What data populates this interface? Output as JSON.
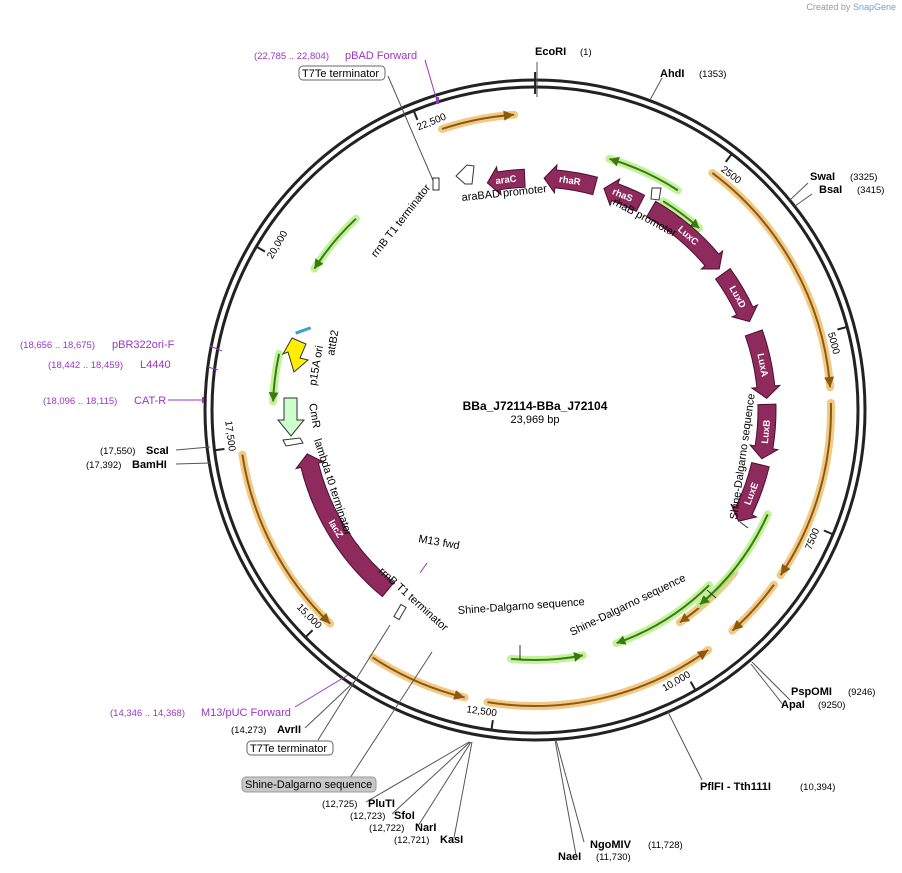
{
  "watermark": {
    "prefix": "Created by",
    "brand": "SnapGene"
  },
  "plasmid": {
    "name": "BBa_J72114-BBa_J72104",
    "length_label": "23,969 bp",
    "length": 23969
  },
  "ticks": [
    "2500",
    "5000",
    "7500",
    "10,000",
    "12,500",
    "15,000",
    "17,500",
    "20,000",
    "22,500"
  ],
  "restriction_sites": [
    {
      "name": "EcoRI",
      "pos": "(1)"
    },
    {
      "name": "AhdI",
      "pos": "(1353)"
    },
    {
      "name": "SwaI",
      "pos": "(3325)"
    },
    {
      "name": "BsaI",
      "pos": "(3415)"
    },
    {
      "name": "PspOMI",
      "pos": "(9246)"
    },
    {
      "name": "ApaI",
      "pos": "(9250)"
    },
    {
      "name": "PflFI - Tth111I",
      "pos": "(10,394)"
    },
    {
      "name": "NgoMIV",
      "pos": "(11,728)"
    },
    {
      "name": "NaeI",
      "pos": "(11,730)"
    },
    {
      "name": "KasI",
      "pos": "(12,721)"
    },
    {
      "name": "NarI",
      "pos": "(12,722)"
    },
    {
      "name": "SfoI",
      "pos": "(12,723)"
    },
    {
      "name": "PluTI",
      "pos": "(12,725)"
    },
    {
      "name": "AvrII",
      "pos": "(14,273)"
    },
    {
      "name": "BamHI",
      "pos": "(17,392)"
    },
    {
      "name": "ScaI",
      "pos": "(17,550)"
    }
  ],
  "primers": [
    {
      "name": "pBAD Forward",
      "pos": "(22,785 .. 22,804)"
    },
    {
      "name": "pBR322ori-F",
      "pos": "(18,656 .. 18,675)"
    },
    {
      "name": "L4440",
      "pos": "(18,442 .. 18,459)"
    },
    {
      "name": "CAT-R",
      "pos": "(18,096 .. 18,115)"
    },
    {
      "name": "M13/pUC Forward",
      "pos": "(14,346 .. 14,368)"
    },
    {
      "name": "M13 fwd",
      "pos": ""
    }
  ],
  "boxed_labels": {
    "t7te_top": "T7Te terminator",
    "t7te_bottom": "T7Te terminator",
    "shine_grey": "Shine-Dalgarno sequence"
  },
  "feature_labels": {
    "rrnb_top": "rrnB T1 terminator",
    "arabad": "araBAD promoter",
    "rhab": "rhaB promoter",
    "p15a": "p15A ori",
    "attb2": "attB2",
    "cmr": "CmR",
    "lambda": "lambda t0 terminator",
    "rrnb_bottom": "rrnB T1 terminator",
    "shine_right": "Shine-Dalgarno sequence",
    "shine_mid1": "Shine-Dalgarno sequence",
    "shine_mid2": "Shine-Dalgarno sequence"
  },
  "genes": {
    "araC": "araC",
    "rhaR": "rhaR",
    "rhaS": "rhaS",
    "LuxC": "LuxC",
    "LuxD": "LuxD",
    "LuxA": "LuxA",
    "LuxB": "LuxB",
    "LuxE": "LuxE",
    "lacZ": "lacZ"
  },
  "colors": {
    "backbone": "#222222",
    "gene": "#8e2a5c",
    "orange_feature": "#f0c070",
    "green_feature": "#b8f08c",
    "primer": "#9a35c4",
    "ori": "#ffee00"
  }
}
